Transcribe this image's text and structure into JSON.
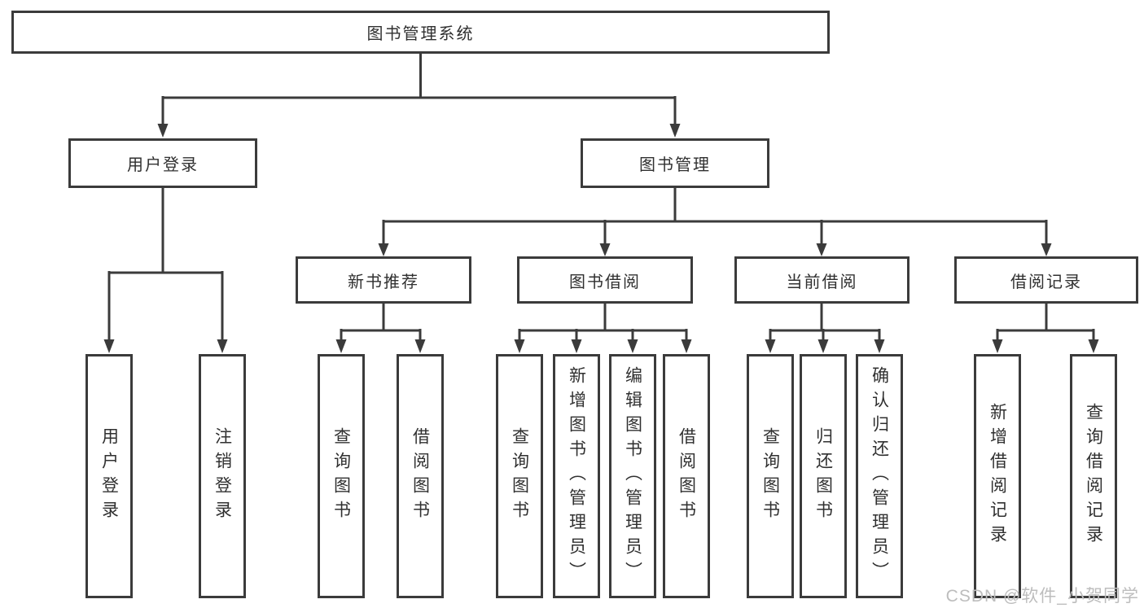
{
  "tree": {
    "root": "图书管理系统",
    "branches": [
      {
        "label": "用户登录",
        "children": [
          "用户登录",
          "注销登录"
        ]
      },
      {
        "label": "图书管理",
        "sections": [
          {
            "label": "新书推荐",
            "children": [
              "查询图书",
              "借阅图书"
            ]
          },
          {
            "label": "图书借阅",
            "children": [
              "查询图书",
              "新增图书（管理员）",
              "编辑图书（管理员）",
              "借阅图书"
            ]
          },
          {
            "label": "当前借阅",
            "children": [
              "查询图书",
              "归还图书",
              "确认归还（管理员）"
            ]
          },
          {
            "label": "借阅记录",
            "children": [
              "新增借阅记录",
              "查询借阅记录"
            ]
          }
        ]
      }
    ]
  },
  "watermark": "CSDN @软件_小贺同学",
  "colors": {
    "line": "#3b3b3b",
    "box_border": "#3b3b3b",
    "box_fill": "#ffffff",
    "text": "#303030",
    "watermark": "#bdbdbd"
  }
}
